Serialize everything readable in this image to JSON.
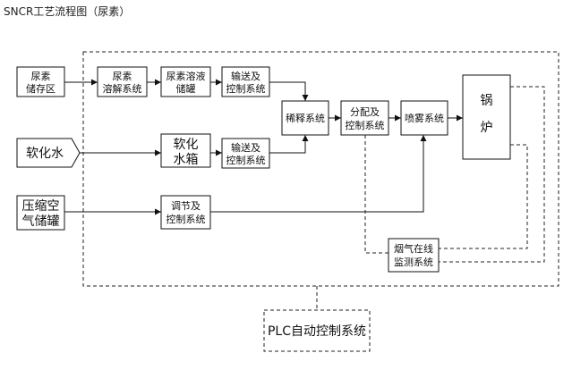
{
  "title": "SNCR工艺流程图（尿素）",
  "nodes": {
    "urea_storage": [
      "尿素",
      "储存区"
    ],
    "urea_dissolve": [
      "尿素",
      "溶解系统"
    ],
    "urea_tank": [
      "尿素溶液",
      "储罐"
    ],
    "transport_ctrl_1": [
      "输送及",
      "控制系统"
    ],
    "dilution": [
      "稀释系统"
    ],
    "distribution_ctrl": [
      "分配及",
      "控制系统"
    ],
    "spray": [
      "喷雾系统"
    ],
    "boiler": [
      "锅",
      "炉"
    ],
    "soft_water": [
      "软化水"
    ],
    "soft_water_tank": [
      "软化",
      "水箱"
    ],
    "transport_ctrl_2": [
      "输送及",
      "控制系统"
    ],
    "compressed_air": [
      "压缩空",
      "气储罐"
    ],
    "regulate_ctrl": [
      "调节及",
      "控制系统"
    ],
    "flue_monitor": [
      "烟气在线",
      "监测系统"
    ],
    "plc": [
      "PLC自动控制系统"
    ]
  },
  "colors": {
    "line": "#111111",
    "background": "#ffffff"
  }
}
